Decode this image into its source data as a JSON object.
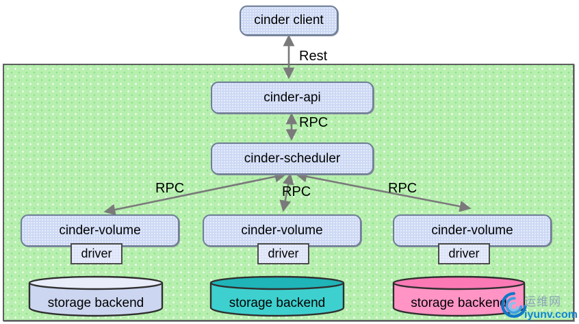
{
  "nodes": {
    "client": "cinder client",
    "api": "cinder-api",
    "scheduler": "cinder-scheduler",
    "volumes": [
      "cinder-volume",
      "cinder-volume",
      "cinder-volume"
    ],
    "drivers": [
      "driver",
      "driver",
      "driver"
    ],
    "backends": [
      "storage backend",
      "storage backend",
      "storage backend"
    ]
  },
  "edge_labels": {
    "rest": "Rest",
    "rpc_api_scheduler": "RPC",
    "rpc_left": "RPC",
    "rpc_middle": "RPC",
    "rpc_right": "RPC"
  },
  "colors": {
    "canvas_green": "#b7efaf",
    "node_fill": "#cdd9f4",
    "node_border": "#6e7f95",
    "backend_left_body": "#ccd6f0",
    "backend_left_top": "#e9edfa",
    "backend_middle_body": "#3ed0ce",
    "backend_middle_top": "#1fb4b8",
    "backend_right_body": "#ff94c5",
    "backend_right_top": "#fb7ab6",
    "arrow": "#7a7a7a",
    "watermark_blue": "#1385d6"
  },
  "watermark": {
    "site_name": "运维网",
    "site_url": "iyunv.com"
  }
}
